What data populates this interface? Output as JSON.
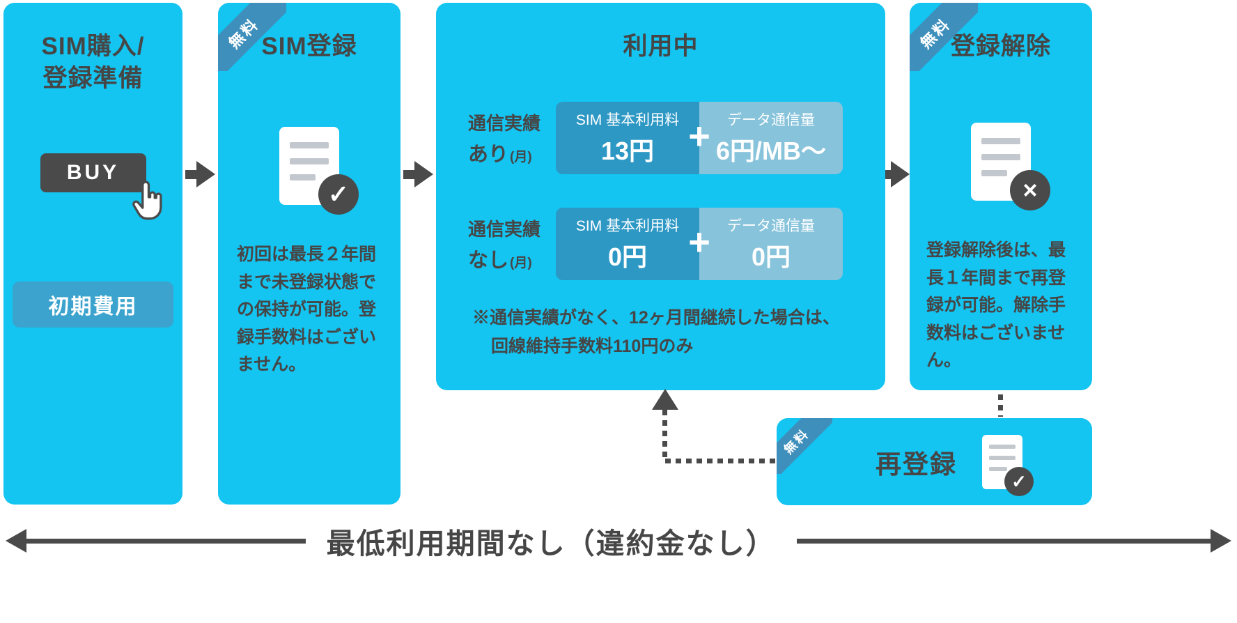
{
  "colors": {
    "panel_cyan": "#14C4F1",
    "dark_gray": "#4A4A4A",
    "text_dark": "#464646",
    "ribbon_blue": "#3E8FBC",
    "price_left_blue": "#2E98C5",
    "price_right_blue": "#87C3DB",
    "initial_cost_blue": "#3BA3CD"
  },
  "icons": {
    "check": "✓",
    "cross": "×",
    "plus": "+"
  },
  "panels": {
    "purchase": {
      "title_line1": "SIM購入/",
      "title_line2": "登録準備",
      "buy_label": "BUY",
      "initial_cost_label": "初期費用"
    },
    "register": {
      "ribbon": "無料",
      "title": "SIM登録",
      "description": "初回は最長２年間まで未登録状態での保持が可能。登録手数料はございません。"
    },
    "in_use": {
      "title": "利用中",
      "rows": [
        {
          "label_line1": "通信実績",
          "label_main": "あり",
          "label_suffix": "(月)",
          "left_title": "SIM 基本利用料",
          "left_value": "13円",
          "right_title": "データ通信量",
          "right_value": "6円/MB〜"
        },
        {
          "label_line1": "通信実績",
          "label_main": "なし",
          "label_suffix": "(月)",
          "left_title": "SIM 基本利用料",
          "left_value": "0円",
          "right_title": "データ通信量",
          "right_value": "0円"
        }
      ],
      "note_line1": "※通信実績がなく、12ヶ月間継続した場合は、",
      "note_line2": "回線維持手数料110円のみ"
    },
    "deregister": {
      "ribbon": "無料",
      "title": "登録解除",
      "description": "登録解除後は、最長１年間まで再登録が可能。解除手数料はございません。"
    },
    "reregister": {
      "ribbon": "無料",
      "title": "再登録"
    }
  },
  "footer": {
    "label": "最低利用期間なし（違約金なし）"
  }
}
